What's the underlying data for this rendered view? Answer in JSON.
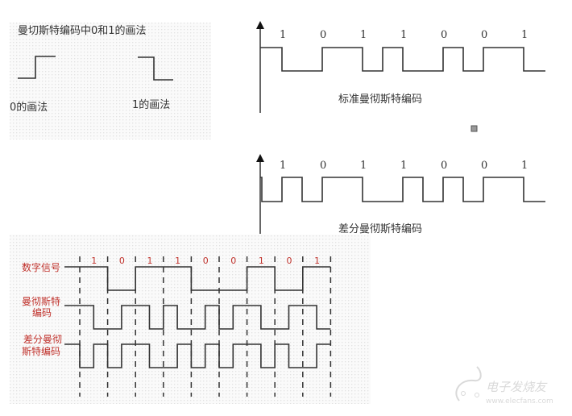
{
  "panel_symbols": {
    "title": "曼切斯特编码中0和1的画法",
    "zero_label": "0的画法",
    "one_label": "1的画法"
  },
  "panel_standard": {
    "bits": [
      "1",
      "0",
      "1",
      "1",
      "0",
      "0",
      "1"
    ],
    "caption": "标准曼彻斯特编码"
  },
  "panel_differential": {
    "bits": [
      "1",
      "0",
      "1",
      "1",
      "0",
      "0",
      "1"
    ],
    "caption": "差分曼彻斯特编码"
  },
  "panel_comparison": {
    "bits": [
      "1",
      "0",
      "1",
      "1",
      "0",
      "0",
      "1",
      "0",
      "1"
    ],
    "row_digital": "数字信号",
    "row_manchester_1": "曼彻斯特",
    "row_manchester_2": "编码",
    "row_diff_1": "差分曼彻",
    "row_diff_2": "斯特编码"
  },
  "watermark": {
    "brand": "电子发烧友",
    "url": "www.elecfans.com"
  },
  "colors": {
    "line": "#333333",
    "label_red": "#c0312b",
    "background_dots": "#e4e4e4"
  }
}
